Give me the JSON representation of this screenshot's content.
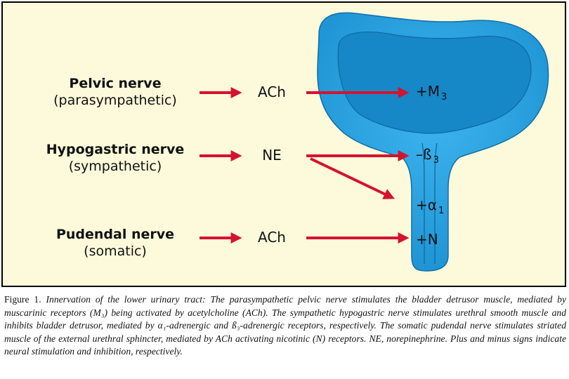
{
  "diagram": {
    "nerves": {
      "pelvic": {
        "name": "Pelvic nerve",
        "type": "(parasympathetic)"
      },
      "hypogastric": {
        "name": "Hypogastric nerve",
        "type": "(sympathetic)"
      },
      "pudendal": {
        "name": "Pudendal nerve",
        "type": "(somatic)"
      }
    },
    "transmitters": {
      "pelvic": "ACh",
      "hypogastric": "NE",
      "pudendal": "ACh"
    },
    "receptors": {
      "m3": {
        "sign": "+",
        "symbol": "M",
        "subscript": "3"
      },
      "beta3": {
        "sign": "–",
        "symbol": "ß",
        "subscript": "3"
      },
      "alpha1": {
        "sign": "+",
        "symbol": "α",
        "subscript": "1"
      },
      "n": {
        "sign": "+",
        "symbol": "N",
        "subscript": ""
      }
    },
    "colors": {
      "background": "#fdf9db",
      "arrow": "#d4132e",
      "bladder": "#2aa0dd",
      "bladder_inner": "#1687c7"
    }
  },
  "caption": {
    "label": "Figure 1.",
    "text": "Innervation of the lower urinary tract: The parasympathetic pelvic nerve stimulates the bladder detrusor muscle, mediated by muscarinic receptors (M₃) being activated by acetylcholine (ACh). The sympathetic hypogastric nerve stimulates urethral smooth muscle and inhibits bladder detrusor, mediated by α₁-adrenergic and ß₃-adrenergic receptors, respectively. The somatic pudendal nerve stimulates striated muscle of the external urethral sphincter, mediated by ACh activating nicotinic (N) receptors. NE, norepinephrine. Plus and minus signs indicate neural stimulation and inhibition, respectively."
  }
}
